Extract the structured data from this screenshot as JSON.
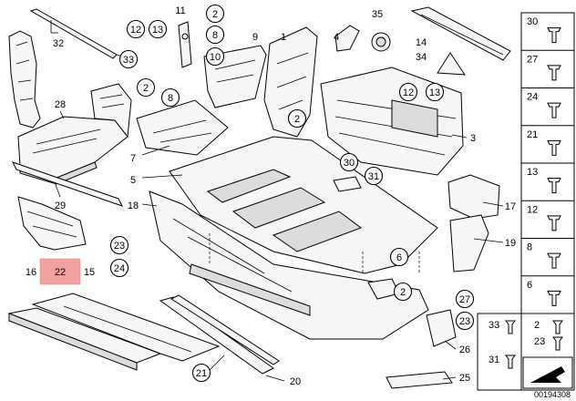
{
  "diagram": {
    "reference_code": "00194308",
    "highlighted_part": "22",
    "callouts": [
      {
        "id": "c32",
        "label": "32",
        "style": "plain"
      },
      {
        "id": "c33",
        "label": "33",
        "style": "circle"
      },
      {
        "id": "c11",
        "label": "11",
        "style": "plain"
      },
      {
        "id": "c12a",
        "label": "12",
        "style": "circle"
      },
      {
        "id": "c13a",
        "label": "13",
        "style": "circle"
      },
      {
        "id": "c2a",
        "label": "2",
        "style": "circle"
      },
      {
        "id": "c8a",
        "label": "8",
        "style": "circle"
      },
      {
        "id": "c10",
        "label": "10",
        "style": "circle"
      },
      {
        "id": "c9",
        "label": "9",
        "style": "plain"
      },
      {
        "id": "c1",
        "label": "1",
        "style": "plain"
      },
      {
        "id": "c4",
        "label": "4",
        "style": "plain"
      },
      {
        "id": "c35",
        "label": "35",
        "style": "plain"
      },
      {
        "id": "c14",
        "label": "14",
        "style": "plain"
      },
      {
        "id": "c34",
        "label": "34",
        "style": "plain"
      },
      {
        "id": "c28",
        "label": "28",
        "style": "plain"
      },
      {
        "id": "c2b",
        "label": "2",
        "style": "circle"
      },
      {
        "id": "c8b",
        "label": "8",
        "style": "circle"
      },
      {
        "id": "c12b",
        "label": "12",
        "style": "circle"
      },
      {
        "id": "c13b",
        "label": "13",
        "style": "circle"
      },
      {
        "id": "c2c",
        "label": "2",
        "style": "circle"
      },
      {
        "id": "c3",
        "label": "3",
        "style": "plain"
      },
      {
        "id": "c7",
        "label": "7",
        "style": "plain"
      },
      {
        "id": "c5",
        "label": "5",
        "style": "plain"
      },
      {
        "id": "c30",
        "label": "30",
        "style": "circle"
      },
      {
        "id": "c31",
        "label": "31",
        "style": "circle"
      },
      {
        "id": "c29",
        "label": "29",
        "style": "plain"
      },
      {
        "id": "c18",
        "label": "18",
        "style": "plain"
      },
      {
        "id": "c17",
        "label": "17",
        "style": "plain"
      },
      {
        "id": "c19",
        "label": "19",
        "style": "plain"
      },
      {
        "id": "c23a",
        "label": "23",
        "style": "circle"
      },
      {
        "id": "c24",
        "label": "24",
        "style": "circle"
      },
      {
        "id": "c16",
        "label": "16",
        "style": "plain"
      },
      {
        "id": "c22",
        "label": "22",
        "style": "highlight"
      },
      {
        "id": "c15",
        "label": "15",
        "style": "plain"
      },
      {
        "id": "c6",
        "label": "6",
        "style": "circle"
      },
      {
        "id": "c2d",
        "label": "2",
        "style": "circle"
      },
      {
        "id": "c27",
        "label": "27",
        "style": "circle"
      },
      {
        "id": "c23b",
        "label": "23",
        "style": "circle"
      },
      {
        "id": "c26",
        "label": "26",
        "style": "plain"
      },
      {
        "id": "c25",
        "label": "25",
        "style": "plain"
      },
      {
        "id": "c21",
        "label": "21",
        "style": "circle"
      },
      {
        "id": "c20",
        "label": "20",
        "style": "plain"
      }
    ],
    "side_panel": [
      {
        "label": "30"
      },
      {
        "label": "27"
      },
      {
        "label": "24"
      },
      {
        "label": "21"
      },
      {
        "label": "13"
      },
      {
        "label": "12"
      },
      {
        "label": "8"
      },
      {
        "label": "6"
      }
    ],
    "bottom_panel": [
      {
        "label": "33"
      },
      {
        "label": "2"
      },
      {
        "label": "23"
      },
      {
        "label": "31"
      }
    ]
  }
}
